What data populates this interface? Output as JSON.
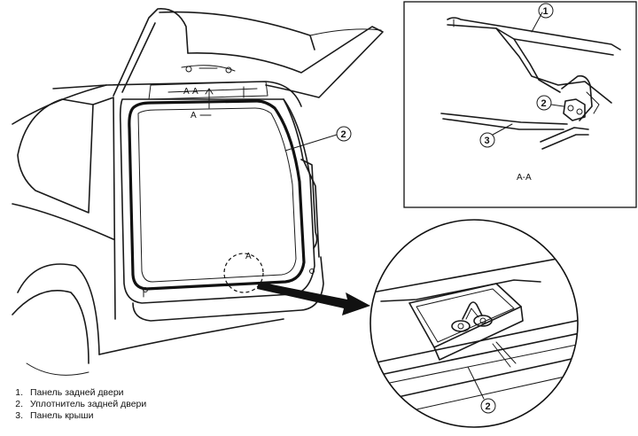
{
  "callouts": {
    "inset_top": {
      "part1": "1",
      "part2": "2",
      "part3": "3",
      "section": "A-A"
    },
    "main": {
      "part2": "2",
      "detail": "A",
      "section_top": "A-A",
      "section_arrow": "A"
    },
    "inset_detail": {
      "part2": "2"
    }
  },
  "legend": [
    {
      "num": "1.",
      "text": "Панель задней двери"
    },
    {
      "num": "2.",
      "text": "Уплотнитель задней двери"
    },
    {
      "num": "3.",
      "text": "Панель крыши"
    }
  ]
}
